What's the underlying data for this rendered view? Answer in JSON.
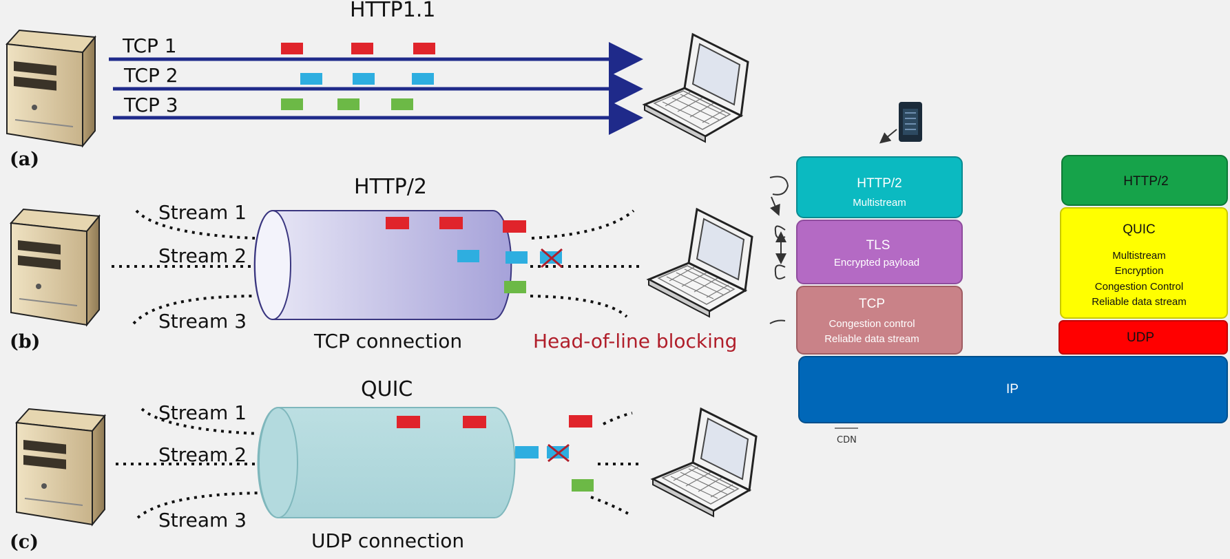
{
  "left_diagram": {
    "panel_a": {
      "title": "HTTP1.1",
      "tag": "(a)",
      "lines": [
        "TCP 1",
        "TCP 2",
        "TCP 3"
      ]
    },
    "panel_b": {
      "title": "HTTP/2",
      "tag": "(b)",
      "streams": [
        "Stream 1",
        "Stream 2",
        "Stream 3"
      ],
      "pipe_label": "TCP connection",
      "blocking_label": "Head-of-line blocking"
    },
    "panel_c": {
      "title": "QUIC",
      "tag": "(c)",
      "streams": [
        "Stream 1",
        "Stream 2",
        "Stream 3"
      ],
      "pipe_label": "UDP connection"
    }
  },
  "stack_left": {
    "http2": {
      "title": "HTTP/2",
      "desc": "Multistream"
    },
    "tls": {
      "title": "TLS",
      "desc": "Encrypted payload"
    },
    "tcp": {
      "title": "TCP",
      "desc1": "Congestion control",
      "desc2": "Reliable data stream"
    }
  },
  "stack_right": {
    "http2": {
      "title": "HTTP/2"
    },
    "quic": {
      "title": "QUIC",
      "lines": [
        "Multistream",
        "Encryption",
        "Congestion Control",
        "Reliable data stream"
      ]
    },
    "udp": {
      "title": "UDP"
    }
  },
  "ip": {
    "title": "IP"
  },
  "cdn_label": "CDN",
  "colors": {
    "arrow_navy": "#1f2a8a",
    "packet_red": "#e0242b",
    "packet_blue": "#2eaee0",
    "packet_green": "#6cb946",
    "http2_teal": "#0bbac1",
    "tls_purple": "#b46ac4",
    "tcp_rose": "#c98288",
    "quic_yellow": "#ffff00",
    "udp_red": "#ff0000",
    "http2_green": "#16a34a",
    "ip_blue": "#0067b8",
    "blocking_red": "#b01e2a"
  }
}
